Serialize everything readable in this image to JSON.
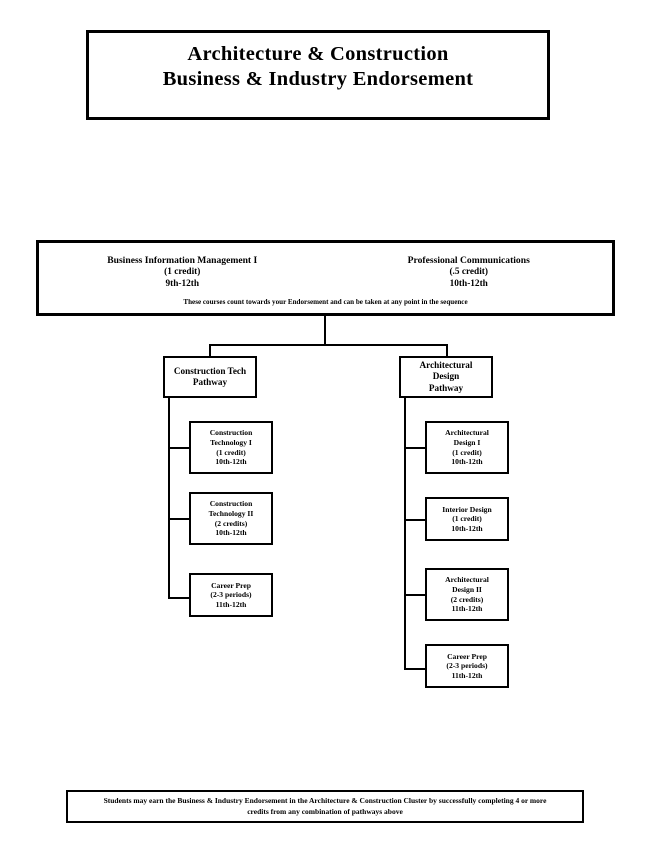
{
  "document": {
    "title_lines": [
      "Architecture & Construction",
      "Business & Industry Endorsement"
    ]
  },
  "foundation": {
    "courses": [
      {
        "name": "Business Information Management I",
        "credit": "(1 credit)",
        "grades": "9th-12th"
      },
      {
        "name": "Professional Communications",
        "credit": "(.5 credit)",
        "grades": "10th-12th"
      }
    ],
    "note": "These courses count towards your Endorsement and can be taken at any point in the sequence"
  },
  "pathways": [
    {
      "header_lines": [
        "Construction Tech",
        "Pathway"
      ],
      "courses": [
        {
          "lines": [
            "Construction",
            "Technology I",
            "(1 credit)",
            "10th-12th"
          ]
        },
        {
          "lines": [
            "Construction",
            "Technology II",
            "(2 credits)",
            "10th-12th"
          ]
        },
        {
          "lines": [
            "Career Prep",
            "(2-3 periods)",
            "11th-12th"
          ]
        }
      ]
    },
    {
      "header_lines": [
        "Architectural",
        "Design",
        "Pathway"
      ],
      "courses": [
        {
          "lines": [
            "Architectural",
            "Design I",
            "(1 credit)",
            "10th-12th"
          ]
        },
        {
          "lines": [
            "Interior Design",
            "(1 credit)",
            "10th-12th"
          ]
        },
        {
          "lines": [
            "Architectural",
            "Design II",
            "(2 credits)",
            "11th-12th"
          ]
        },
        {
          "lines": [
            "Career Prep",
            "(2-3 periods)",
            "11th-12th"
          ]
        }
      ]
    }
  ],
  "footer": {
    "lines": [
      "Students may earn the Business & Industry Endorsement in the Architecture & Construction Cluster by successfully completing 4 or more",
      "credits from any combination of pathways above"
    ]
  },
  "colors": {
    "ink": "#000000",
    "paper": "#ffffff"
  }
}
